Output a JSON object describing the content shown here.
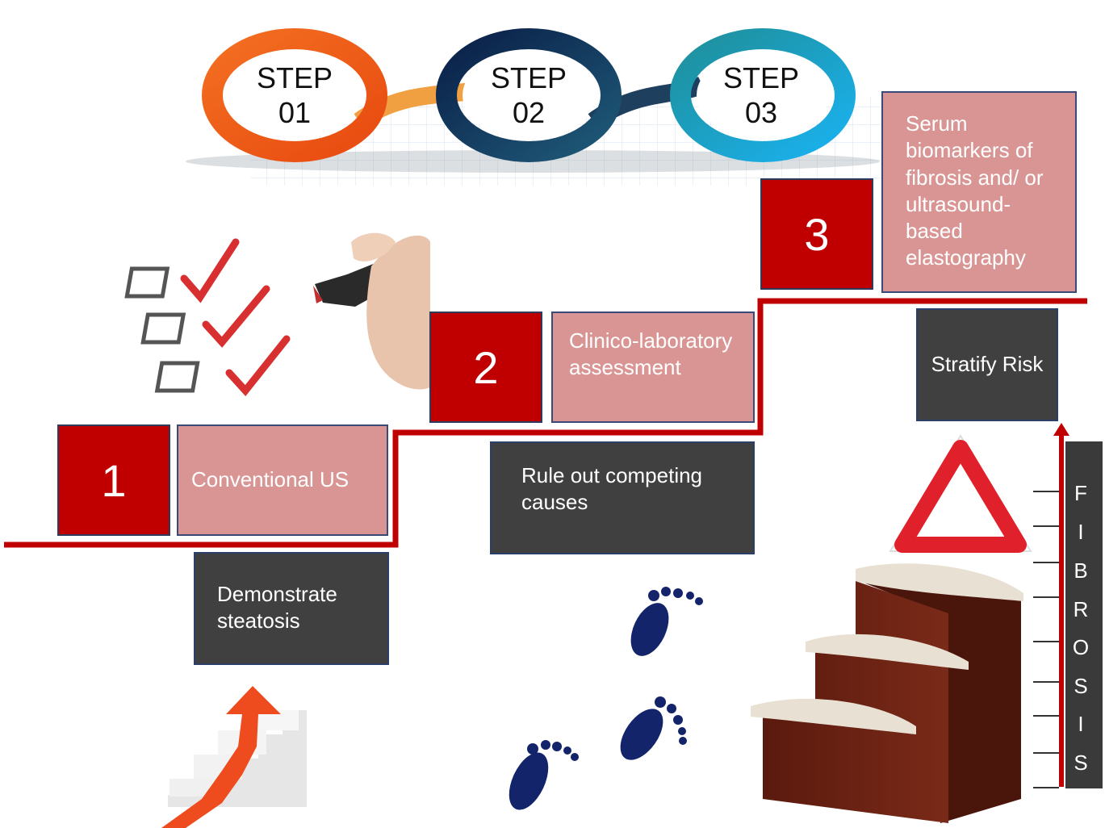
{
  "steps_banner": [
    {
      "word": "STEP",
      "num": "01"
    },
    {
      "word": "STEP",
      "num": "02"
    },
    {
      "word": "STEP",
      "num": "03"
    }
  ],
  "stairs": [
    {
      "number": "1",
      "action": "Conventional US",
      "goal": "Demonstrate steatosis"
    },
    {
      "number": "2",
      "action": "Clinico-laboratory assessment",
      "goal": "Rule out competing causes"
    },
    {
      "number": "3",
      "action": "Serum biomarkers of fibrosis and/ or ultrasound-based elastography",
      "goal": "Stratify Risk"
    }
  ],
  "fibrosis_letters": [
    "F",
    "I",
    "B",
    "R",
    "O",
    "S",
    "I",
    "S"
  ],
  "colors": {
    "red": "#c00000",
    "pink": "#d99594",
    "dark": "#404040",
    "orange_ring": "#f07020",
    "navy_ring": "#0d2a5a",
    "blue_ring": "#1aa0e0",
    "footprint": "#14246b"
  }
}
